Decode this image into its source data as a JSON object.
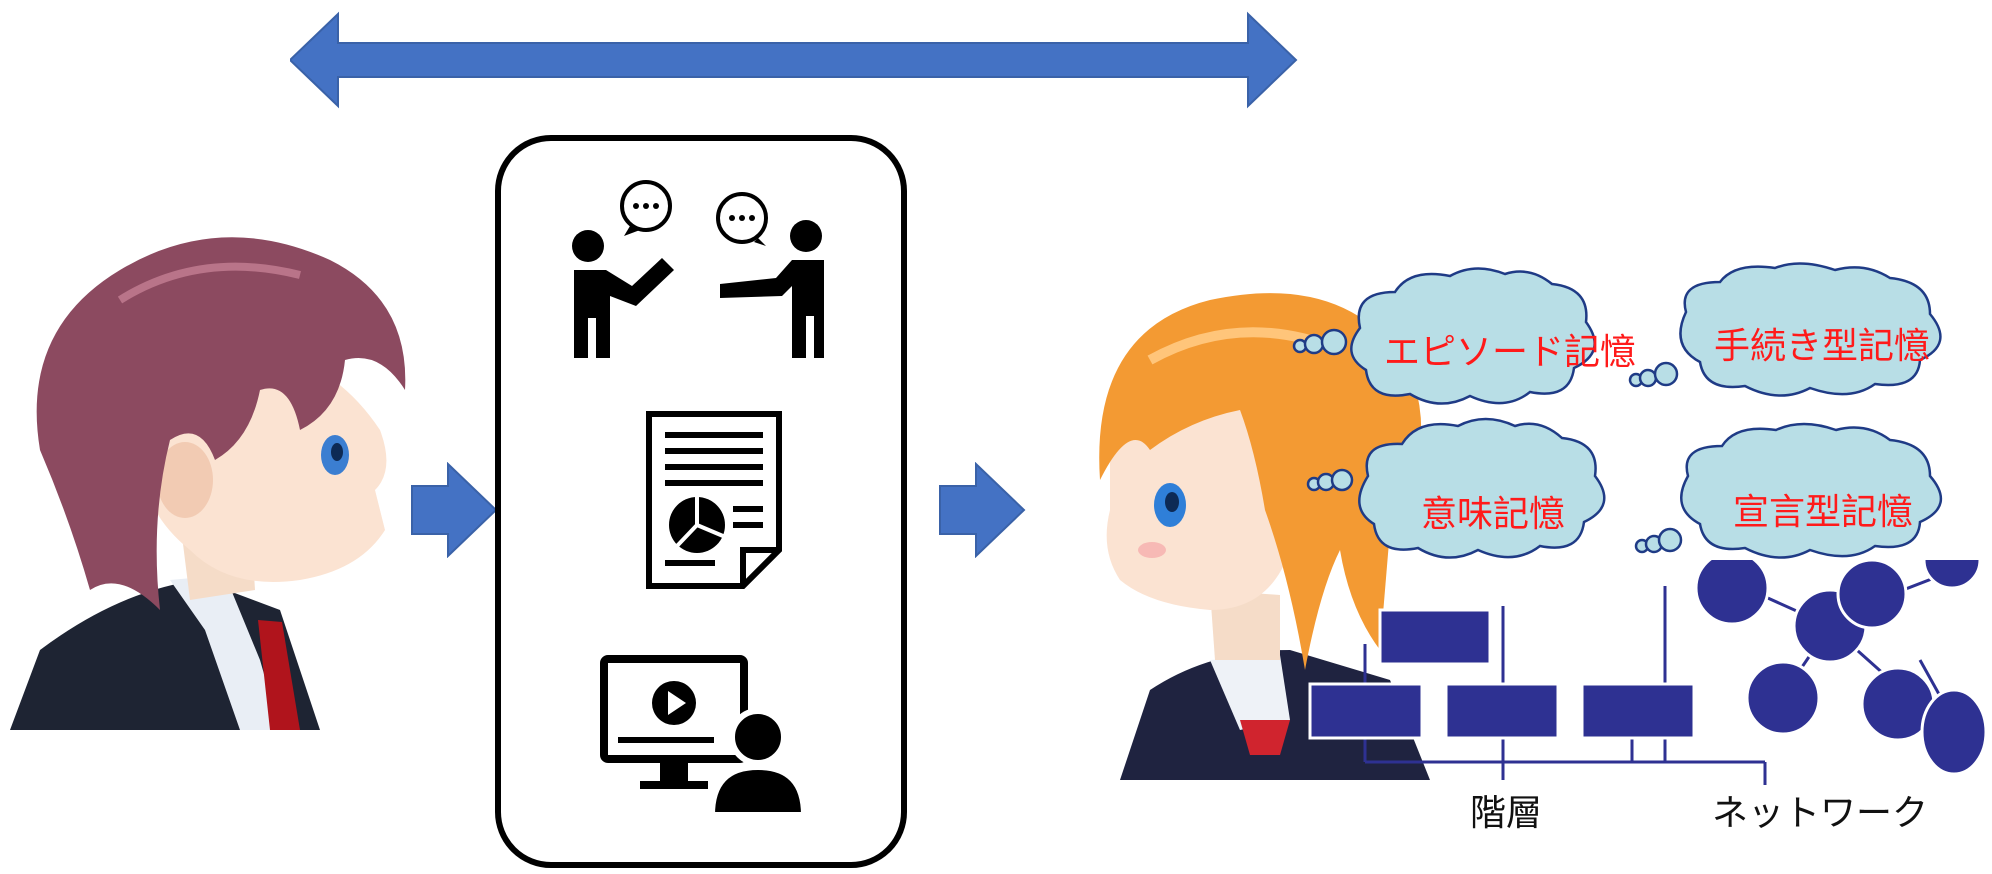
{
  "colors": {
    "arrow": "#4472c4",
    "arrow_border": "#3a62a8",
    "cloud_fill": "#b8dee6",
    "cloud_stroke": "#1f3b86",
    "cloud_text": "#ff1a1a",
    "node_fill": "#2e3192",
    "line": "#2e3192",
    "box_border": "#000000"
  },
  "icons": [
    "two-people-chat-icon",
    "report-document-icon",
    "video-lesson-icon"
  ],
  "characters": [
    "teacher-character",
    "learner-character"
  ],
  "clouds": {
    "episodic": "エピソード記憶",
    "procedural": "手続き型記憶",
    "semantic": "意味記憶",
    "declarative": "宣言型記憶"
  },
  "captions": {
    "hierarchy": "階層",
    "network": "ネットワーク"
  }
}
